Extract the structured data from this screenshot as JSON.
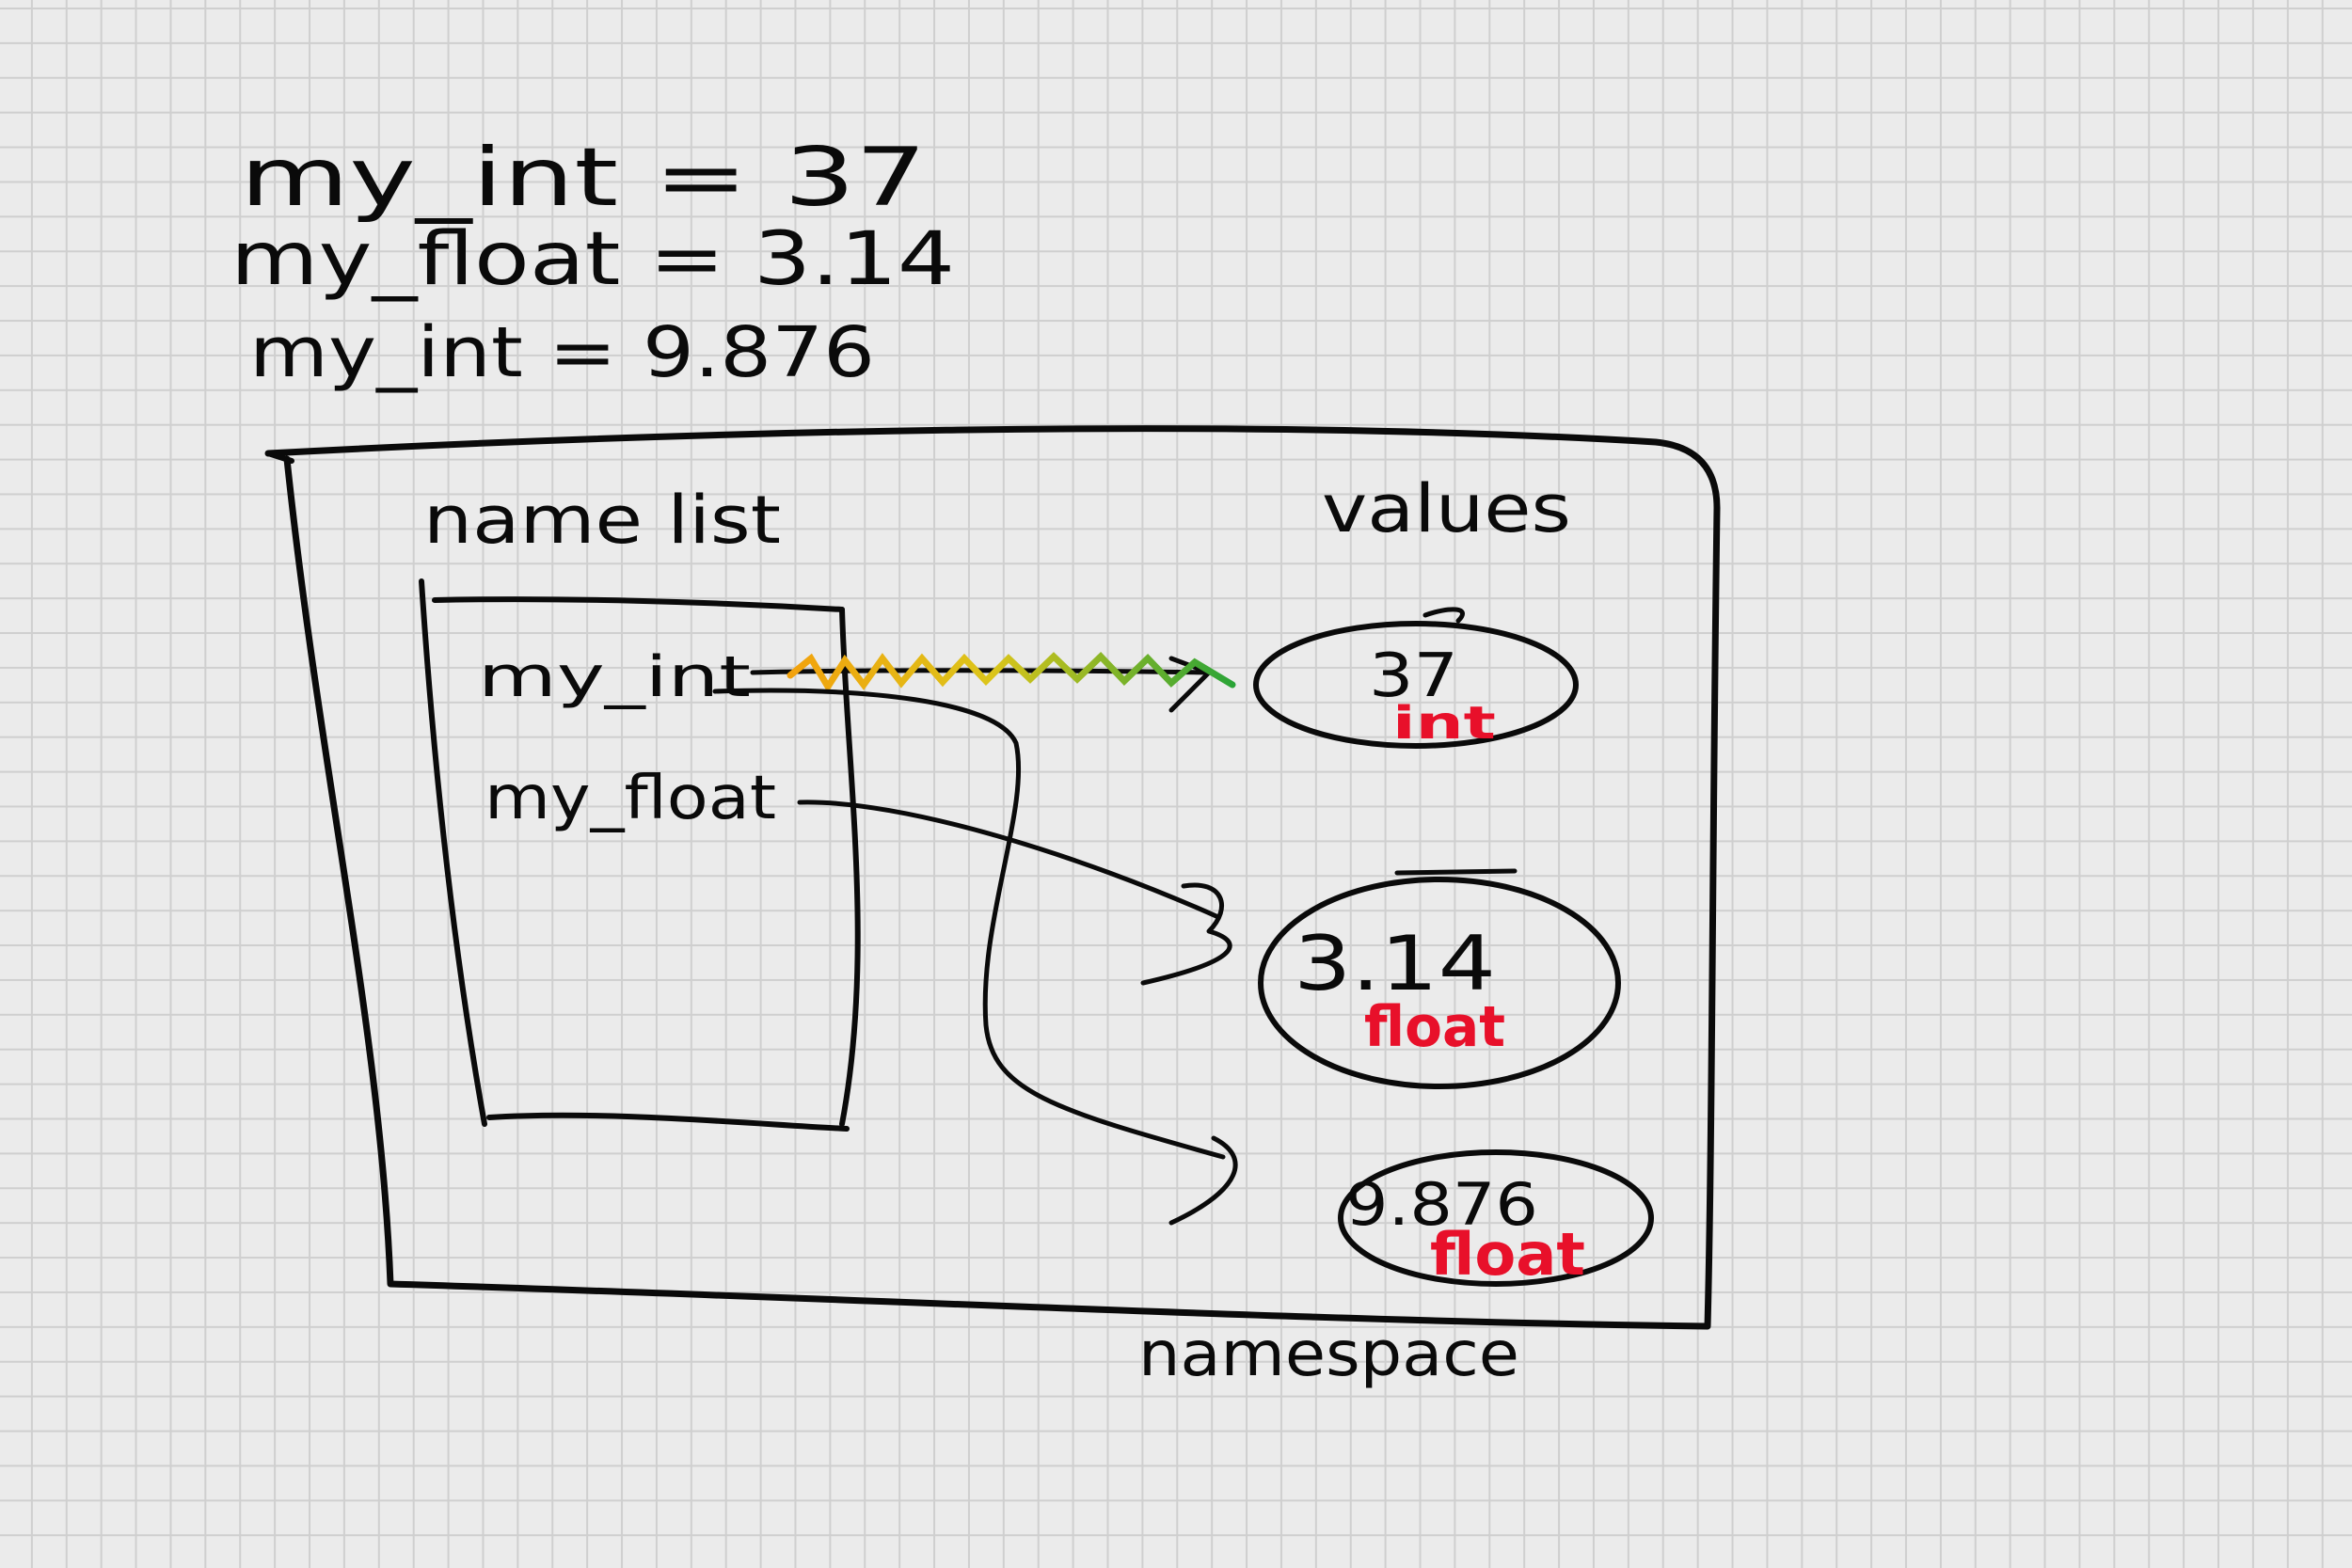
{
  "code_lines": [
    "my_int  =  37",
    "my_float  =  3.14",
    "my_int =  9.876"
  ],
  "namespace": {
    "label": "namespace",
    "name_list": {
      "title": "name list",
      "names": [
        "my_int",
        "my_float"
      ]
    },
    "values": {
      "title": "values",
      "items": [
        {
          "value": "37",
          "type": "int"
        },
        {
          "value": "3.14",
          "type": "float"
        },
        {
          "value": "9.876",
          "type": "float"
        }
      ]
    }
  },
  "colors": {
    "ink": "#0a0a0a",
    "type_label": "#e8102a",
    "gradient_start": "#f2a20d",
    "gradient_mid": "#dcc51a",
    "gradient_end": "#27a337"
  }
}
